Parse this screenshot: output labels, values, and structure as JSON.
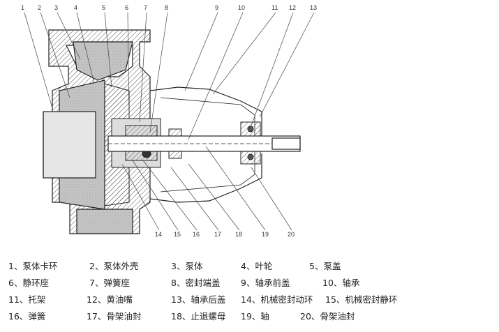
{
  "part_numbers": [
    "1",
    "2",
    "3",
    "4",
    "5",
    "6",
    "7",
    "8",
    "9",
    "10",
    "11",
    "12",
    "13",
    "14",
    "15",
    "16",
    "17",
    "18",
    "19",
    "20"
  ],
  "legend": [
    "1、泵体卡环",
    "2、泵体外壳",
    "3、泵体",
    "4、叶轮",
    "5、泵盖",
    "6、静环座",
    "7、弹簧座",
    "8、密封端盖",
    "9、轴承前盖",
    "10、轴承",
    "11、托架",
    "12、黄油嘴",
    "13、轴承后盖",
    "14、机械密封动环",
    "15、机械密封静环",
    "16、弹簧",
    "17、骨架油封",
    "18、止退螺母",
    "19、轴",
    "20、骨架油封"
  ]
}
